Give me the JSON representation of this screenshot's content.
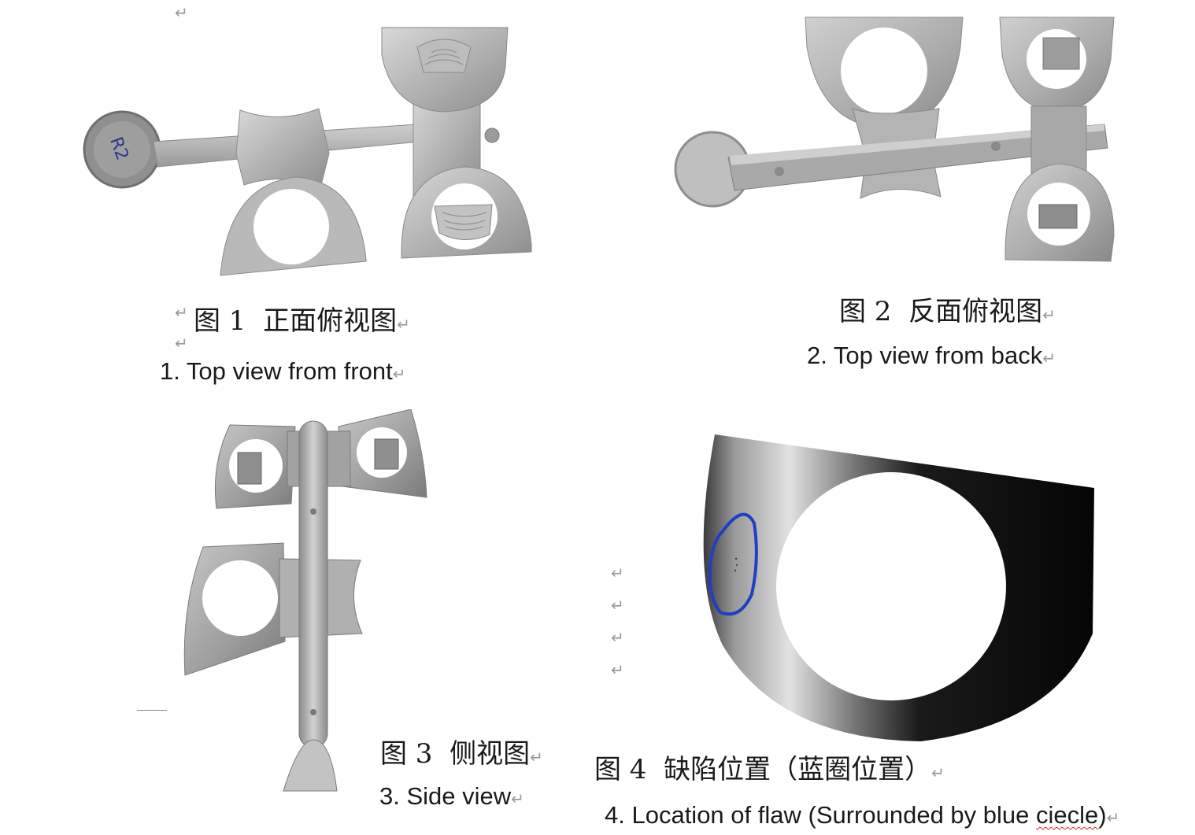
{
  "return_mark": "↵",
  "figures": [
    {
      "caption_cn_label": "图 1",
      "caption_cn_text": "正面俯视图",
      "caption_en": "1. Top view from front",
      "marker_note": "R2"
    },
    {
      "caption_cn_label": "图 2",
      "caption_cn_text": "反面俯视图",
      "caption_en": "2. Top view from back"
    },
    {
      "caption_cn_label": "图 3",
      "caption_cn_text": "侧视图",
      "caption_en": "3. Side view"
    },
    {
      "caption_cn_label": "图 4",
      "caption_cn_text": "缺陷位置（蓝圈位置）",
      "caption_en_main": "4. Location of flaw (Surrounded by blue ",
      "caption_en_misspelled": "ciecle",
      "caption_en_end": ")"
    }
  ],
  "colors": {
    "metal_light": "#c9c9c9",
    "metal_mid": "#a8a8a8",
    "metal_dark": "#7d7d7d",
    "blue_circle": "#1f3fc4",
    "flaw_dark": "#111111"
  }
}
